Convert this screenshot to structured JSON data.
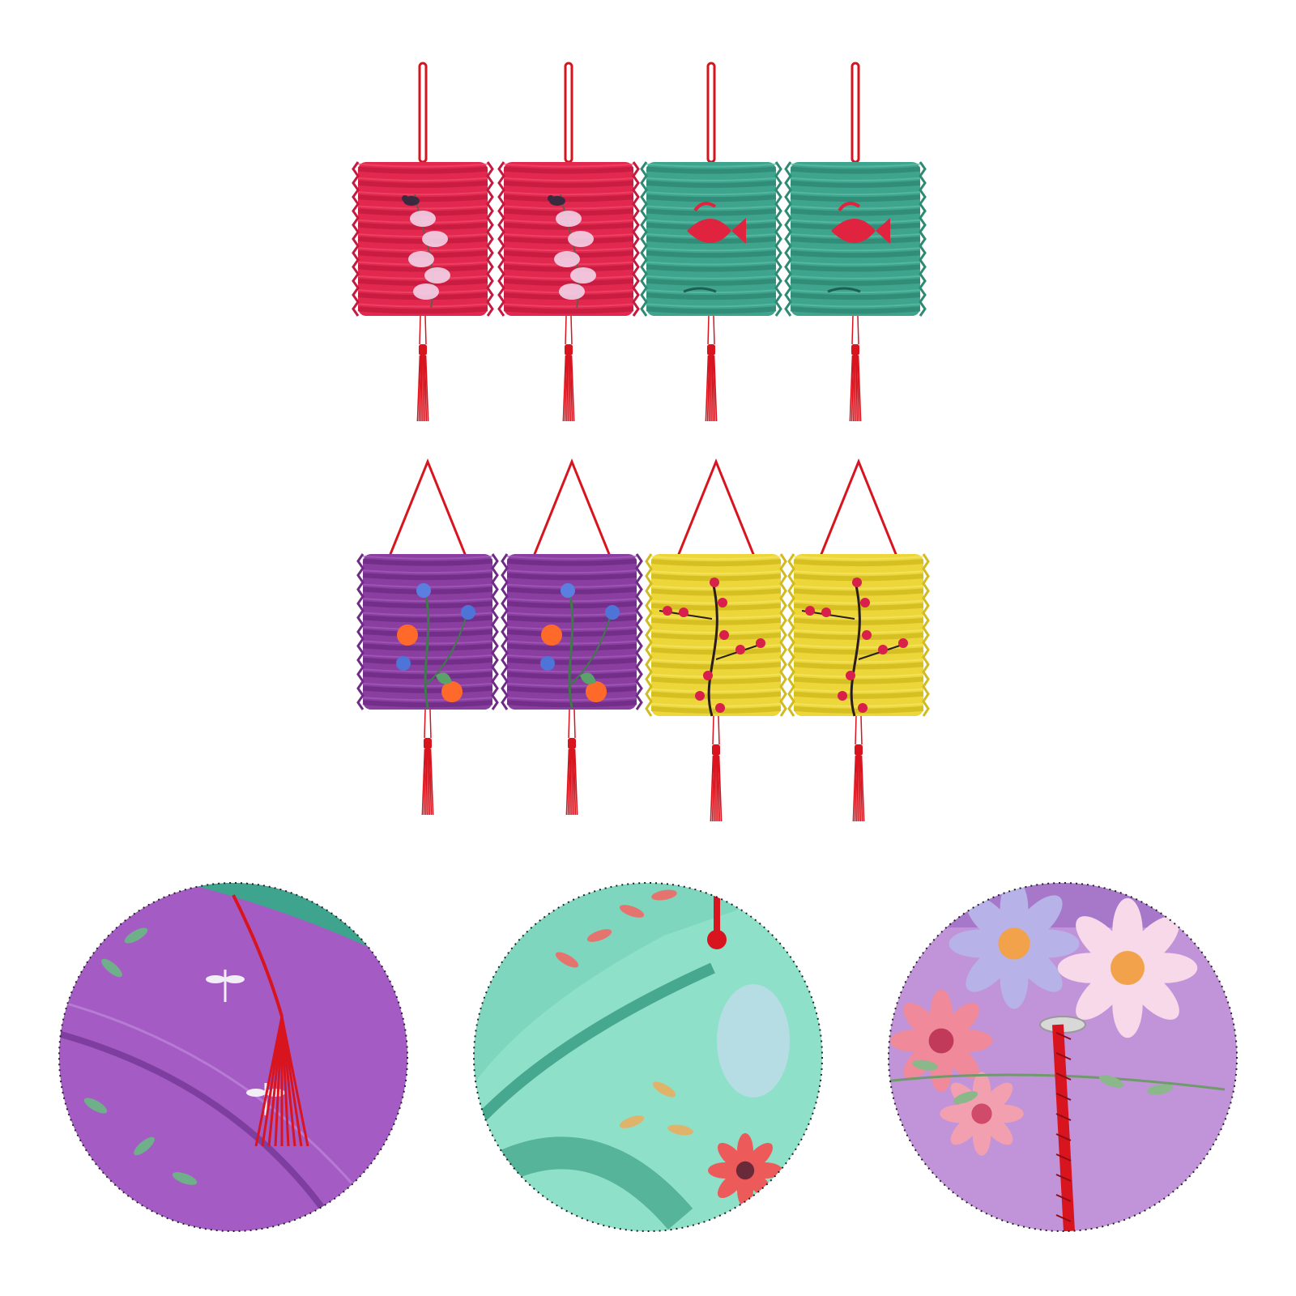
{
  "image": {
    "background": "#ffffff",
    "subject": "paper-accordion-lanterns"
  },
  "lanterns": [
    {
      "color": "#e3284f",
      "shade": "#c41a3e",
      "light": "#f04a6c",
      "motif": "bird-blossom-icon",
      "hanger": "straight-loop"
    },
    {
      "color": "#e3284f",
      "shade": "#c41a3e",
      "light": "#f04a6c",
      "motif": "bird-blossom-icon",
      "hanger": "straight-loop"
    },
    {
      "color": "#3fa48d",
      "shade": "#2f8a74",
      "light": "#5cbfa6",
      "motif": "goldfish-icon",
      "hanger": "straight-loop"
    },
    {
      "color": "#3fa48d",
      "shade": "#2f8a74",
      "light": "#5cbfa6",
      "motif": "goldfish-icon",
      "hanger": "straight-loop"
    },
    {
      "color": "#8a3fa0",
      "shade": "#6f2c86",
      "light": "#a55dbb",
      "motif": "wildflower-icon",
      "hanger": "arched-handle"
    },
    {
      "color": "#8a3fa0",
      "shade": "#6f2c86",
      "light": "#a55dbb",
      "motif": "wildflower-icon",
      "hanger": "arched-handle"
    },
    {
      "color": "#ecd63a",
      "shade": "#d2bb1f",
      "light": "#f6e766",
      "motif": "plum-blossom-icon",
      "hanger": "arched-handle"
    },
    {
      "color": "#ecd63a",
      "shade": "#d2bb1f",
      "light": "#f6e766",
      "motif": "plum-blossom-icon",
      "hanger": "arched-handle"
    }
  ],
  "details": [
    {
      "name": "purple-dragonfly-tassel-detail",
      "base": "#a45cc4",
      "accent": "#3fa48d",
      "tassel": "#d8141e"
    },
    {
      "name": "green-blossom-handle-detail",
      "base": "#7fd6bf",
      "accent": "#46a98f",
      "tassel": "#d8141e"
    },
    {
      "name": "lilac-daisy-string-detail",
      "base": "#c193d8",
      "accent": "#f2a24a",
      "tassel": "#d8141e"
    }
  ],
  "colors": {
    "string": "#d8141e",
    "detail-border": "#222222"
  }
}
